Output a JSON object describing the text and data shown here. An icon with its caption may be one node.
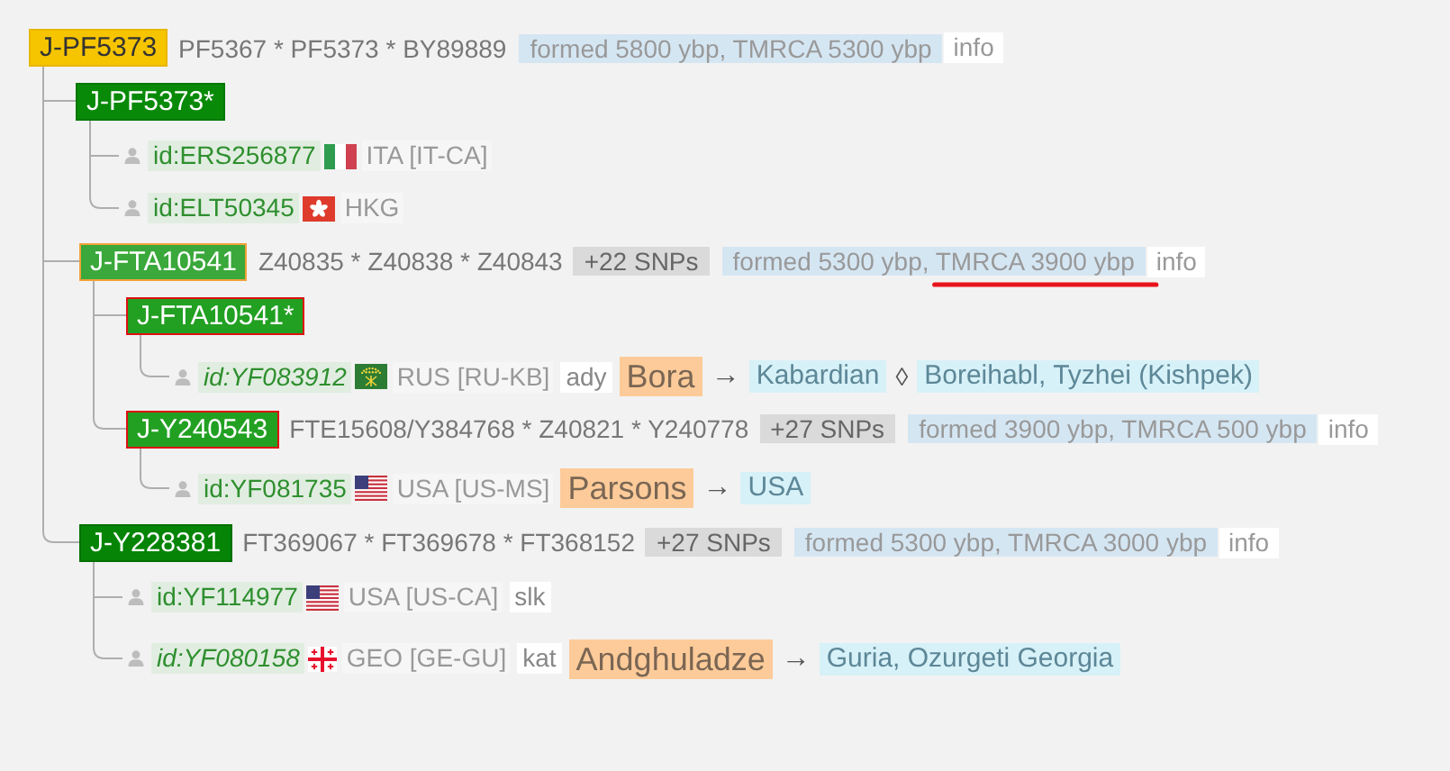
{
  "diagram": {
    "nodes": [
      {
        "text": [
          "J-PF5373"
        ],
        "beside": [
          "PF5367 * PF5373 * BY89889",
          "formed 5800 ybp, TMRCA 5300 ybp",
          "info"
        ]
      },
      {
        "text": [
          "J-PF5373*"
        ]
      },
      {
        "text": [
          "id:ERS256877"
        ],
        "beside": [
          "ITA [IT-CA]"
        ]
      },
      {
        "text": [
          "id:ELT50345"
        ],
        "beside": [
          "HKG"
        ]
      },
      {
        "text": [
          "J-FTA10541"
        ],
        "beside": [
          "Z40835 * Z40838 * Z40843",
          "+22 SNPs",
          "formed 5300 ybp, TMRCA 3900 ybp",
          "info"
        ]
      },
      {
        "text": [
          "J-FTA10541*"
        ]
      },
      {
        "text": [
          "id:YF083912"
        ],
        "beside": [
          "RUS [RU-KB]",
          "ady",
          "Bora",
          "→",
          "Kabardian",
          "◊",
          "Boreihabl, Tyzhei (Kishpek)"
        ]
      },
      {
        "text": [
          "J-Y240543"
        ],
        "beside": [
          "FTE15608/Y384768 * Z40821 * Y240778",
          "+27 SNPs",
          "formed 3900 ybp, TMRCA 500 ybp",
          "info"
        ]
      },
      {
        "text": [
          "id:YF081735"
        ],
        "beside": [
          "USA [US-MS]",
          "Parsons",
          "→",
          "USA"
        ]
      },
      {
        "text": [
          "J-Y228381"
        ],
        "beside": [
          "FT369067 * FT369678 * FT368152",
          "+27 SNPs",
          "formed 5300 ybp, TMRCA 3000 ybp",
          "info"
        ]
      },
      {
        "text": [
          "id:YF114977"
        ],
        "beside": [
          "USA [US-CA]",
          "slk"
        ]
      },
      {
        "text": [
          "id:YF080158"
        ],
        "beside": [
          "GEO [GE-GU]",
          "kat",
          "Andghuladze",
          "→",
          "Guria, Ozurgeti Georgia"
        ]
      }
    ],
    "edges": [
      {
        "from": 0,
        "to": 1,
        "arrow": "none"
      },
      {
        "from": 1,
        "to": 2,
        "arrow": "none"
      },
      {
        "from": 1,
        "to": 3,
        "arrow": "none"
      },
      {
        "from": 0,
        "to": 4,
        "arrow": "none"
      },
      {
        "from": 4,
        "to": 5,
        "arrow": "none"
      },
      {
        "from": 5,
        "to": 6,
        "arrow": "none"
      },
      {
        "from": 4,
        "to": 7,
        "arrow": "none"
      },
      {
        "from": 7,
        "to": 8,
        "arrow": "none"
      },
      {
        "from": 0,
        "to": 9,
        "arrow": "none"
      },
      {
        "from": 9,
        "to": 10,
        "arrow": "none"
      },
      {
        "from": 9,
        "to": 11,
        "arrow": "none"
      }
    ]
  }
}
